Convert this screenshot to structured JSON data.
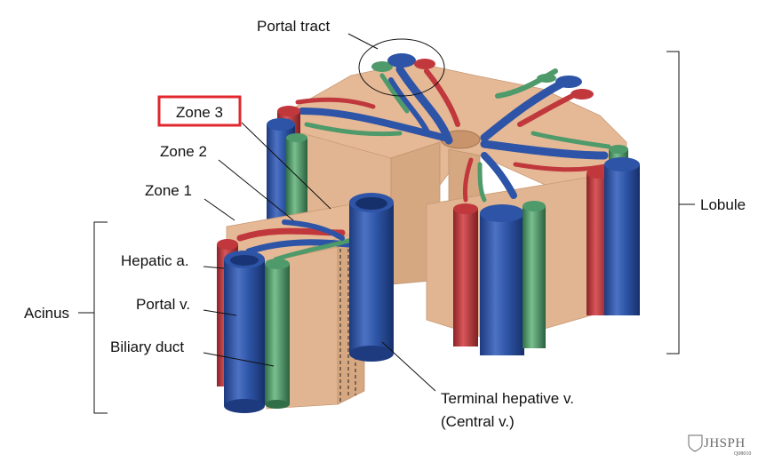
{
  "labels": {
    "portal_tract": "Portal tract",
    "zone3": "Zone 3",
    "zone2": "Zone 2",
    "zone1": "Zone 1",
    "hepatic_a": "Hepatic a.",
    "portal_v": "Portal v.",
    "biliary_duct": "Biliary duct",
    "acinus": "Acinus",
    "lobule": "Lobule",
    "terminal_line1": "Terminal hepative v.",
    "terminal_line2": "(Central v.)"
  },
  "branding": {
    "logo": "JHSPH",
    "code": "Q08010"
  },
  "colors": {
    "tissue": "#e3b693",
    "artery": "#c0373c",
    "portal_vein": "#2d54a6",
    "bile_duct": "#4e9a6a",
    "highlight_box": "#e0282e"
  }
}
